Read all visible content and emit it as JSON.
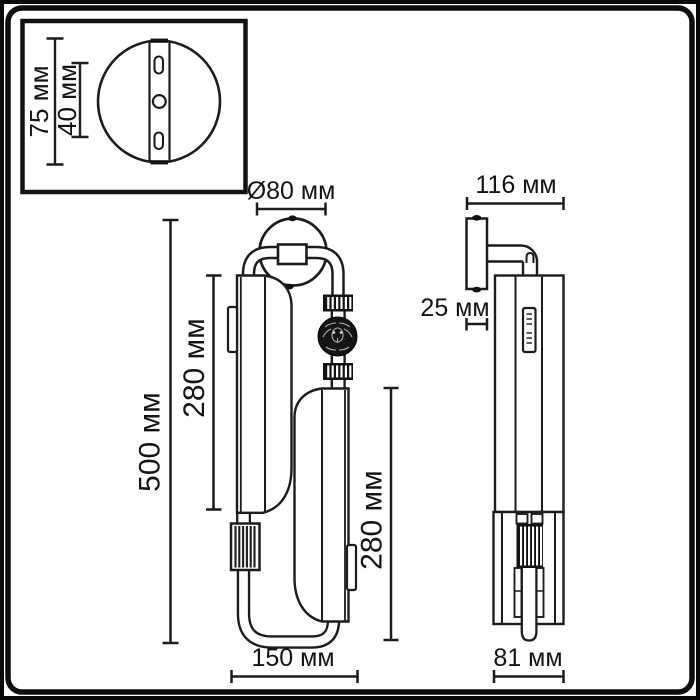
{
  "page": {
    "title": "wall-lamp-dimension-drawing",
    "background_color": "#ffffff",
    "line_color": "#1c1c1c"
  },
  "inset_view": {
    "dim_plate_height": "75 мм",
    "dim_holes_distance": "40 мм"
  },
  "front_view": {
    "dim_canopy_diameter": "Ø80 мм",
    "dim_total_height": "500 мм",
    "dim_left_shade_height": "280 мм",
    "dim_right_shade_height": "280 мм",
    "dim_total_width": "150 мм"
  },
  "side_view": {
    "dim_depth": "116 мм",
    "dim_plate_thickness": "25 мм",
    "dim_body_width": "81 мм"
  },
  "icons": {
    "ornament": "lion-head-sphere-icon",
    "knurl": "knurled-ring-icon",
    "mount": "wall-plate-icon"
  }
}
